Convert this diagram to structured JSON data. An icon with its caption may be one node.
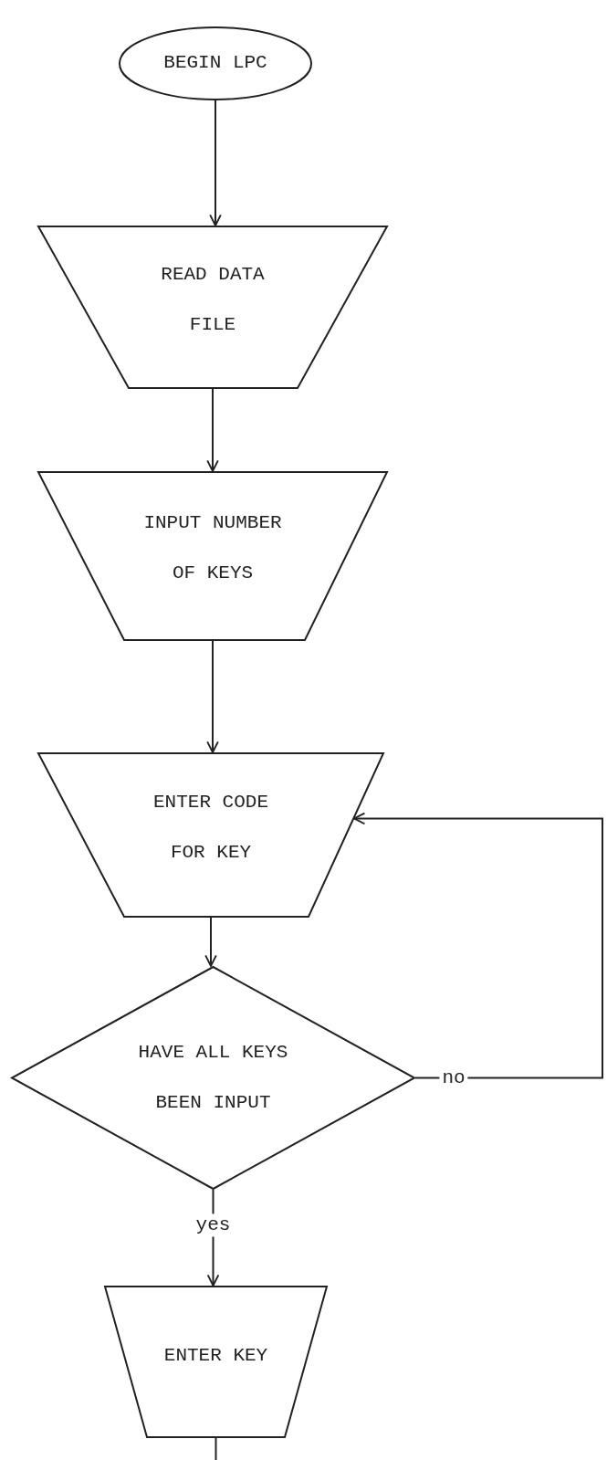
{
  "diagram": {
    "nodes": [
      {
        "text": [
          "BEGIN LPC"
        ]
      },
      {
        "text": [
          "READ DATA FILE"
        ]
      },
      {
        "text": [
          "INPUT NUMBER OF KEYS"
        ]
      },
      {
        "text": [
          "ENTER CODE FOR KEY"
        ]
      },
      {
        "text": [
          "HAVE ALL KEYS BEEN INPUT"
        ]
      },
      {
        "text": [
          "ENTER KEY"
        ]
      }
    ],
    "edges": [
      {
        "from": 0,
        "to": 1,
        "arrow": "to"
      },
      {
        "from": 1,
        "to": 2,
        "arrow": "to"
      },
      {
        "from": 2,
        "to": 3,
        "arrow": "to"
      },
      {
        "from": 3,
        "to": 4,
        "arrow": "to"
      },
      {
        "from": 4,
        "to": 5,
        "arrow": "to",
        "label": "yes"
      },
      {
        "from": 4,
        "to": 3,
        "arrow": "to",
        "label": "no"
      },
      {
        "from": 5,
        "to": null,
        "arrow": "none"
      }
    ]
  }
}
